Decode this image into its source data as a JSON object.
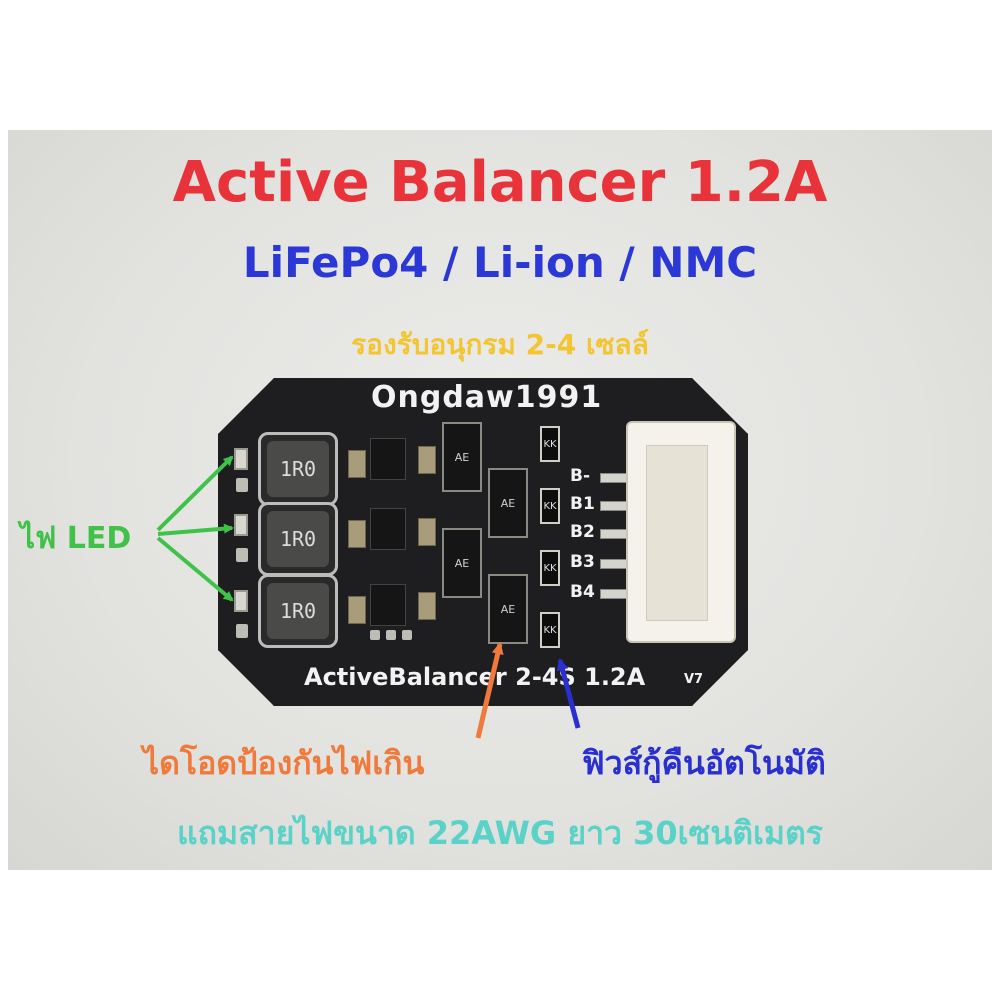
{
  "title": "Active Balancer 1.2A",
  "subtitle": "LiFePo4 / Li-ion / NMC",
  "support_text": "รองรับอนุกรม 2-4 เซลล์",
  "led_label": "ไฟ LED",
  "diode_label": "ไดโอดป้องกันไฟเกิน",
  "fuse_label": "ฟิวส์กู้คืนอัตโนมัติ",
  "cable_label": "แถมสายไฟขนาด 22AWG ยาว 30เซนติเมตร",
  "board": {
    "brand": "Ongdaw1991",
    "model": "ActiveBalancer 2-4S 1.2A",
    "version": "V7",
    "inductor_marking": "1R0",
    "fuse_marking": "KK",
    "diode_marking": "AE",
    "pins": [
      "B-",
      "B1",
      "B2",
      "B3",
      "B4"
    ]
  },
  "colors": {
    "title": "#e8333a",
    "subtitle": "#2b38d6",
    "support_text": "#f2c531",
    "led_label": "#3fc14a",
    "diode_label": "#ef7a3c",
    "fuse_label": "#2a2fd0",
    "cable_label": "#5ad2c8"
  }
}
